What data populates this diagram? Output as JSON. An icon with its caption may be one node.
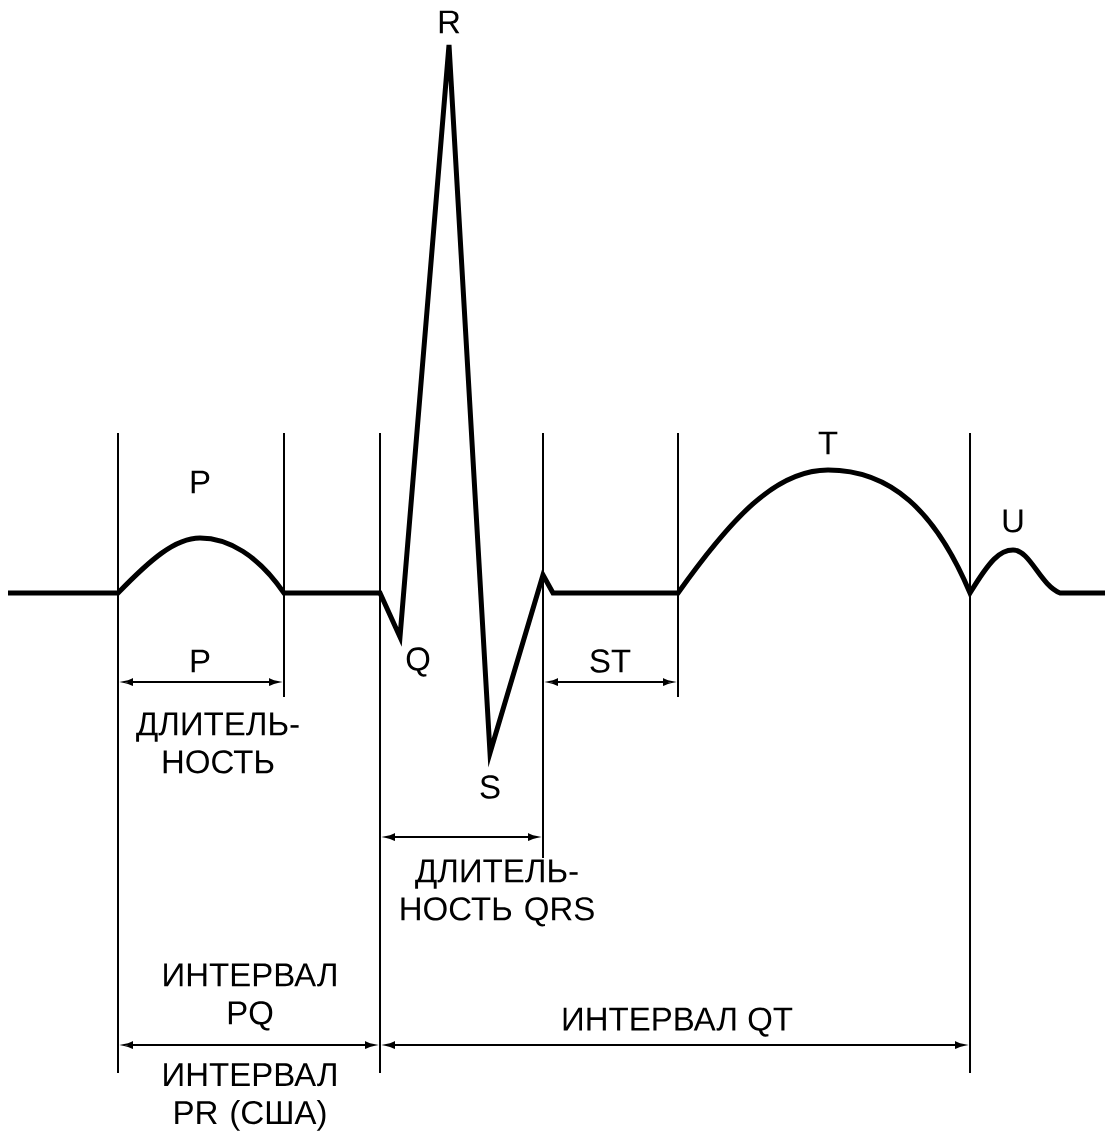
{
  "diagram": {
    "labels": [
      "R",
      "P",
      "T",
      "U",
      "P",
      "Q",
      "ST",
      "ДЛИТЕЛЬ- НОСТЬ",
      "S",
      "ДЛИТЕЛЬ- НОСТЬ QRS",
      "ИНТЕРВАЛ PQ",
      "ИНТЕРВАЛ QT",
      "ИНТЕРВАЛ PR (США)"
    ]
  }
}
